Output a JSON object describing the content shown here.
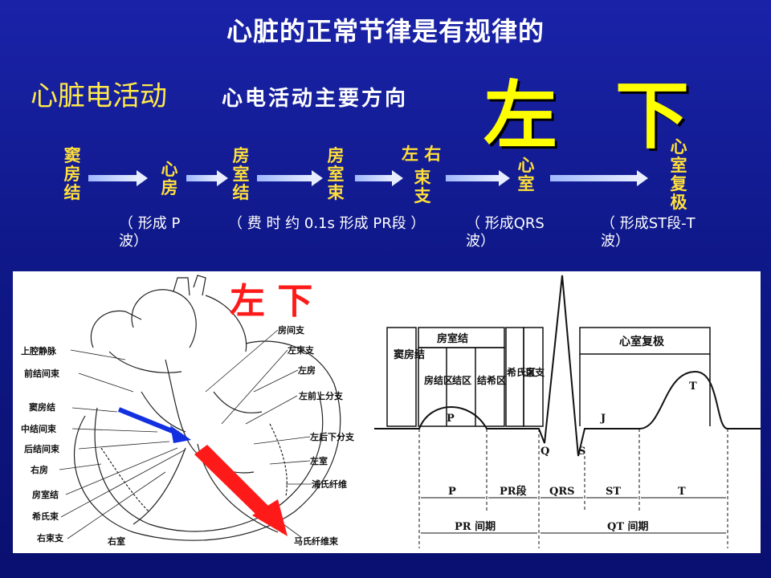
{
  "title": "心脏的正常节律是有规律的",
  "subtitle_left": "心脏电活动",
  "subtitle_mid": "心电活动主要方向",
  "direction_big": "左 下",
  "flow": {
    "nodes": [
      {
        "id": "sinus",
        "chars": [
          "窦",
          "房",
          "结"
        ]
      },
      {
        "id": "atrium",
        "chars": [
          "心",
          "房"
        ]
      },
      {
        "id": "av_node",
        "chars": [
          "房",
          "室",
          "结"
        ]
      },
      {
        "id": "av_bundle",
        "chars": [
          "房",
          "室",
          "束"
        ]
      },
      {
        "id": "bundle_branch",
        "top": "左 右",
        "chars": [
          "束",
          "支"
        ]
      },
      {
        "id": "ventricle",
        "chars": [
          "心",
          "室"
        ]
      },
      {
        "id": "repol",
        "chars": [
          "心",
          "室",
          "复",
          "极"
        ]
      }
    ],
    "notes": [
      {
        "line1": "（ 形成 P",
        "line2": "波）"
      },
      {
        "line1": "（ 费 时 约 0.1s 形成 PR段 ）",
        "line2": ""
      },
      {
        "line1": "（ 形成QRS",
        "line2": "波）"
      },
      {
        "line1": "（ 形成ST段-T",
        "line2": "波）"
      }
    ]
  },
  "heart": {
    "direction_label": "左 下",
    "labels_left": [
      "上腔静脉",
      "前结间束",
      "窦房结",
      "中结间束",
      "后结间束",
      "右房",
      "房室结",
      "希氏束",
      "右束支"
    ],
    "labels_right": [
      "房间支",
      "左束支",
      "左房",
      "左前上分支",
      "左后下分支",
      "左室",
      "浦氏纤维",
      "马氏纤维束"
    ],
    "label_bottom": "右室"
  },
  "ecg": {
    "boxes": [
      "窦房结",
      "房室结",
      "房结区",
      "结区",
      "结希区",
      "希氏区",
      "束支",
      "心室复极"
    ],
    "waves": [
      "P",
      "Q",
      "S",
      "J",
      "T"
    ],
    "segments": [
      "P",
      "PR段",
      "QRS",
      "ST",
      "T"
    ],
    "intervals": [
      "PR 间期",
      "QT 间期"
    ]
  },
  "colors": {
    "title": "#ffffff",
    "highlight": "#ffff00",
    "node": "#ffdf3a",
    "arrow_red": "#ff1a1a",
    "arrow_blue": "#1230e0"
  }
}
